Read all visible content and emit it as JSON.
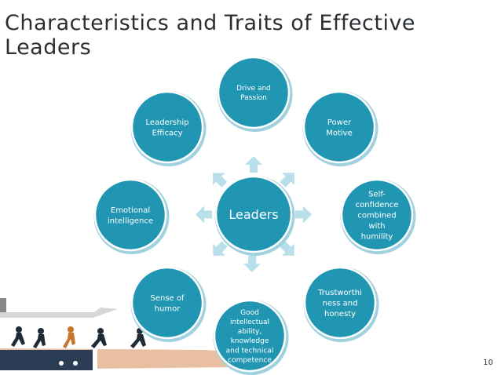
{
  "slide": {
    "title_line1": "Characteristics and Traits of Effective",
    "title_line2": "Leaders",
    "page_number": "10"
  },
  "diagram": {
    "center": "Leaders",
    "nodes": [
      {
        "id": "drive",
        "lines": [
          "Drive and",
          "Passion"
        ]
      },
      {
        "id": "power",
        "lines": [
          "Power",
          "Motive"
        ]
      },
      {
        "id": "selfconf",
        "lines": [
          "Self-",
          "confidence",
          "combined",
          "with",
          "humility"
        ]
      },
      {
        "id": "trust",
        "lines": [
          "Trustworthi",
          "ness and",
          "honesty"
        ]
      },
      {
        "id": "intellect",
        "lines": [
          "Good",
          "intellectual",
          "ability,",
          "knowledge",
          "and technical",
          "competence"
        ]
      },
      {
        "id": "humor",
        "lines": [
          "Sense of",
          "humor"
        ]
      },
      {
        "id": "emotional",
        "lines": [
          "Emotional",
          "intelligence"
        ]
      },
      {
        "id": "efficacy",
        "lines": [
          "Leadership",
          "Efficacy"
        ]
      }
    ]
  },
  "colors": {
    "node_fill": "#2196b3",
    "node_stroke": "#ffffff",
    "node_shadow": "#9fd1de",
    "arrow_fill": "#b9e0ea",
    "title_color": "#2a2f33"
  },
  "decor": {
    "illustration": "people-running-on-hand-icon"
  }
}
